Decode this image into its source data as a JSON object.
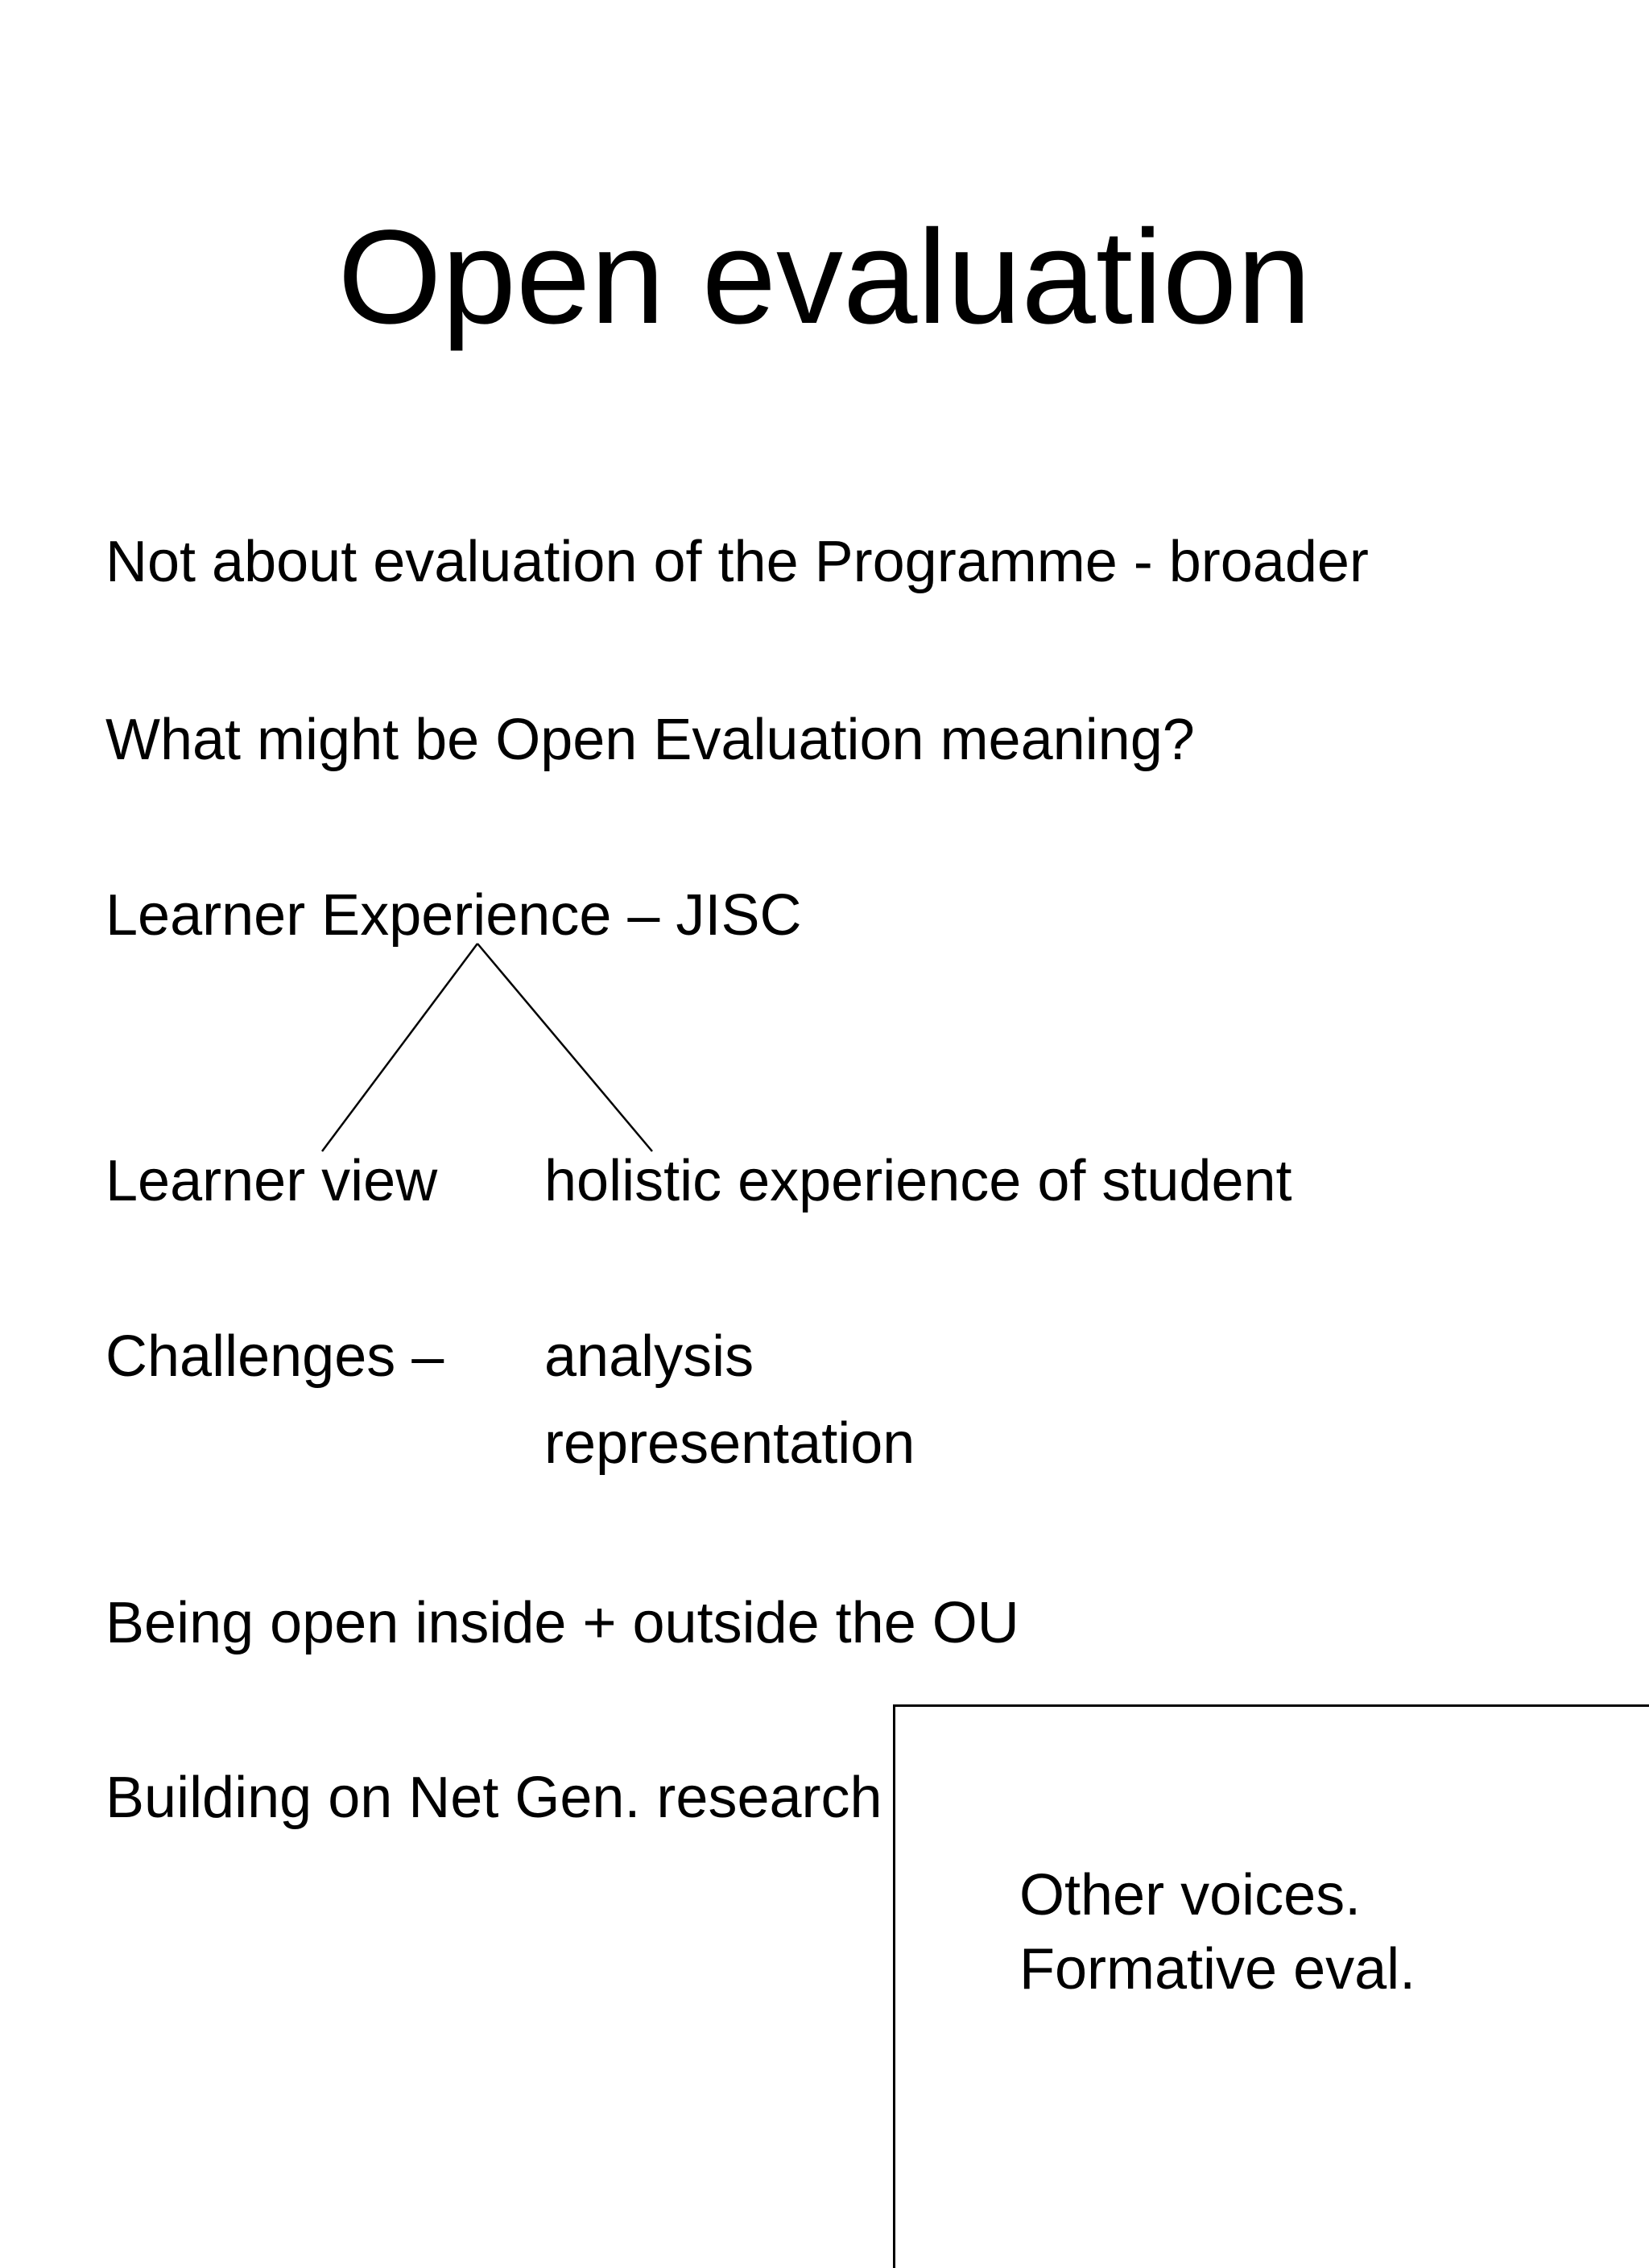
{
  "slide": {
    "title": "Open evaluation",
    "lines": [
      "Not about evaluation of the Programme - broader",
      "What might be Open Evaluation meaning?",
      "Learner Experience – JISC",
      "Being open inside + outside the OU",
      "Building on Net Gen. research"
    ],
    "tree": {
      "left_branch": "Learner view",
      "right_branch": "holistic experience of student"
    },
    "challenges": {
      "label": "Challenges –",
      "items": [
        "analysis",
        "representation"
      ]
    },
    "note_box": {
      "lines": [
        "Other voices.",
        "Formative eval."
      ]
    },
    "colors": {
      "text": "#000000",
      "background": "#ffffff"
    }
  }
}
